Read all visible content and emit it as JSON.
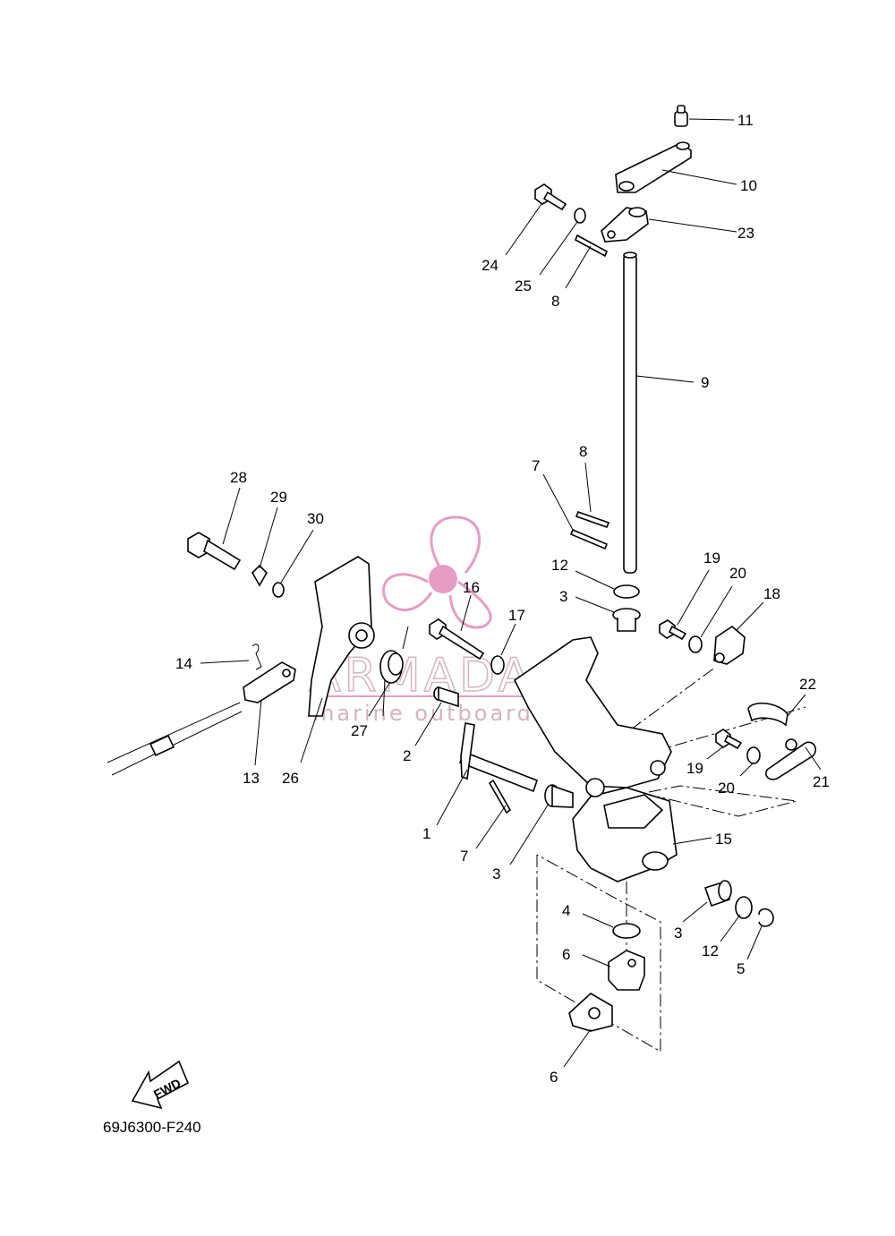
{
  "diagram": {
    "code": "69J6300-F240",
    "fwd_label": "FWD",
    "callouts": [
      "1",
      "2",
      "3",
      "3",
      "3",
      "4",
      "5",
      "6",
      "6",
      "7",
      "7",
      "8",
      "8",
      "9",
      "10",
      "11",
      "12",
      "12",
      "13",
      "14",
      "15",
      "16",
      "17",
      "18",
      "19",
      "19",
      "20",
      "20",
      "21",
      "22",
      "23",
      "24",
      "25",
      "26",
      "27",
      "28",
      "29",
      "30"
    ]
  },
  "watermark": {
    "brand": "ARMADA",
    "tagline": "marine outboards",
    "color": "#e07bb0"
  }
}
